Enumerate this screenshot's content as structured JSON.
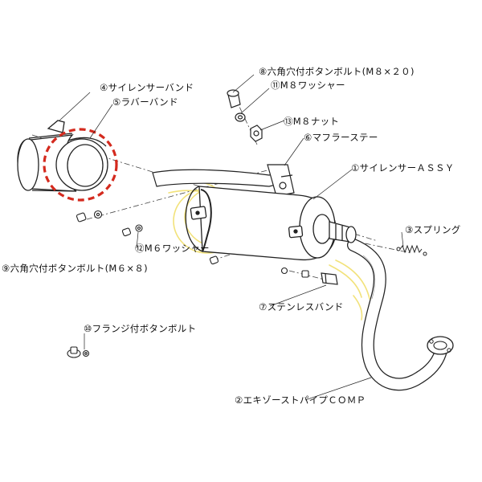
{
  "labels": {
    "p4": "④サイレンサーバンド",
    "p5": "⑤ラバーバンド",
    "p8": "⑧六角穴付ボタンボルト(M８×２０)",
    "p11": "⑪M８ワッシャー",
    "p13": "⑬M８ナット",
    "p6": "⑥マフラーステー",
    "p1": "①サイレンサーＡＳＳＹ",
    "p3": "③スプリング",
    "p12": "⑫M６ワッシャー",
    "p9": "⑨六角穴付ボタンボルト(M６×８)",
    "p7": "⑦ステンレスバンド",
    "p10": "⑩フランジ付ボタンボルト",
    "p2": "②エキゾーストパイプＣＯＭＰ"
  },
  "colors": {
    "line": "#222222",
    "highlight": "#f2e27a",
    "callout": "#d42a1e"
  }
}
